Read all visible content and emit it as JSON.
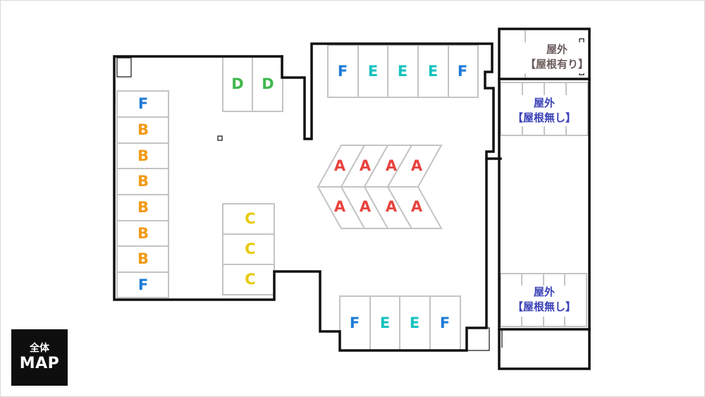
{
  "colors": {
    "A": "#e8433e",
    "B": "#f29a17",
    "C": "#e7c900",
    "D": "#3fb84d",
    "E": "#17c2c0",
    "F": "#1f7ad6",
    "outdoor_roofed": "#6b5b5b",
    "outdoor_unroofed": "#3a40b6"
  },
  "badge": {
    "line1": "全体",
    "line2": "MAP"
  },
  "outdoor": {
    "roofed": {
      "line1": "屋外",
      "line2": "【屋根有り】"
    },
    "unroofed_top": {
      "line1": "屋外",
      "line2": "【屋根無し】"
    },
    "unroofed_bottom": {
      "line1": "屋外",
      "line2": "【屋根無し】"
    }
  },
  "zones": {
    "left_column": [
      "F",
      "B",
      "B",
      "B",
      "B",
      "B",
      "B",
      "F"
    ],
    "d_pair": [
      "D",
      "D"
    ],
    "c_column": [
      "C",
      "C",
      "C"
    ],
    "top_row": [
      "F",
      "E",
      "E",
      "E",
      "F"
    ],
    "bottom_row": [
      "F",
      "E",
      "E",
      "F"
    ],
    "center_top": [
      "A",
      "A",
      "A",
      "A"
    ],
    "center_bottom": [
      "A",
      "A",
      "A",
      "A"
    ]
  }
}
